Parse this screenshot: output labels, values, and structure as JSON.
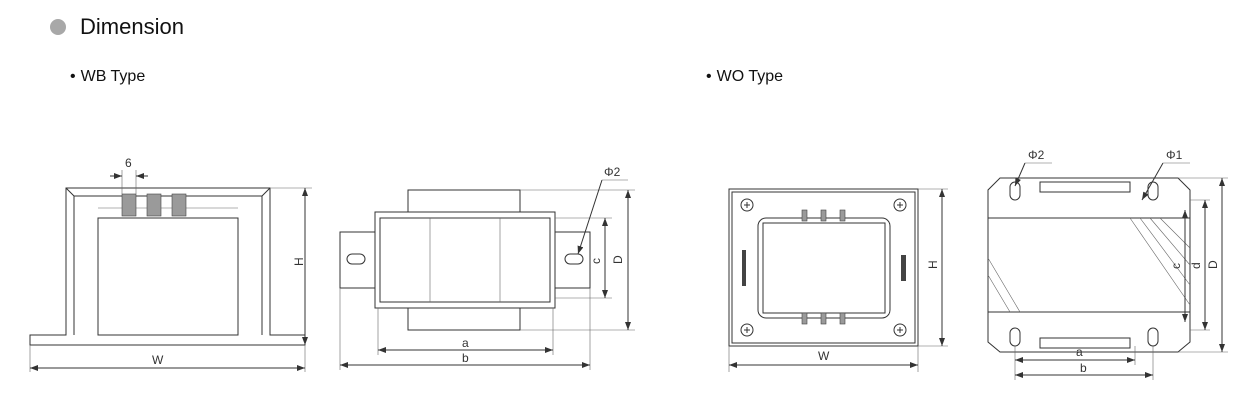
{
  "section_title": "Dimension",
  "types": [
    {
      "bullet": "•",
      "label": "WB Type"
    },
    {
      "bullet": "•",
      "label": "WO Type"
    }
  ],
  "wb": {
    "terminal_pitch": "6",
    "height": "H",
    "width": "W",
    "hole": "Φ2",
    "c": "c",
    "depth": "D",
    "a": "a",
    "b": "b"
  },
  "wo": {
    "height": "H",
    "width": "W",
    "hole2": "Φ2",
    "hole1": "Φ1",
    "c": "c",
    "d": "d",
    "depth": "D",
    "a": "a",
    "b": "b"
  }
}
